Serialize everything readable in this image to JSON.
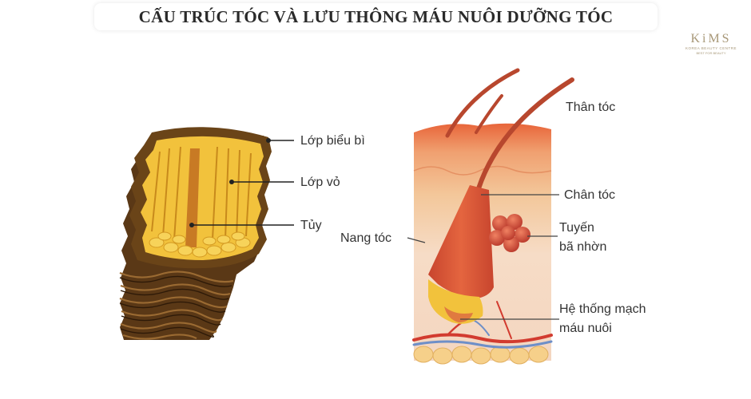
{
  "title": "CẤU TRÚC TÓC VÀ LƯU THÔNG MÁU NUÔI DƯỠNG TÓC",
  "logo": {
    "name": "KiMS",
    "subtitle": "KOREA BEAUTY CENTRE",
    "tagline": "BEST FOR BEAUTY"
  },
  "hair_shaft_labels": {
    "cuticle": "Lớp biểu bì",
    "cortex": "Lớp vỏ",
    "medulla": "Tủy"
  },
  "follicle_labels": {
    "hair_shaft": "Thân tóc",
    "hair_root": "Chân tóc",
    "sebaceous_gland_line1": "Tuyến",
    "sebaceous_gland_line2": "bã nhờn",
    "follicle": "Nang tóc",
    "blood_supply_line1": "Hệ thống mạch",
    "blood_supply_line2": "máu nuôi"
  },
  "colors": {
    "shaft_dark": "#5a3816",
    "shaft_yellow": "#f2c23c",
    "skin_top": "#e8653a",
    "skin_mid": "#f3c79a",
    "skin_low": "#f6dcc6",
    "hair": "#b8472e",
    "gland": "#d24a36",
    "vessel_red": "#d23b2f",
    "vessel_blue": "#6e8fc8",
    "fat": "#f6d08a"
  }
}
